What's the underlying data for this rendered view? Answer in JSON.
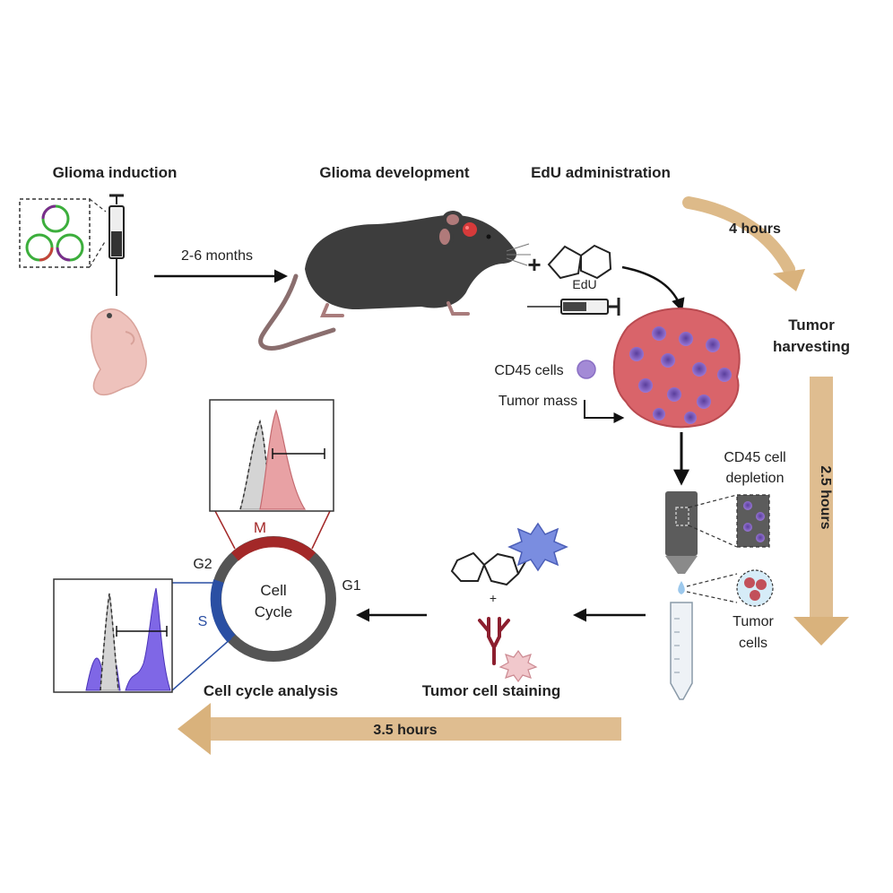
{
  "steps": {
    "glioma_induction": "Glioma induction",
    "glioma_development": "Glioma development",
    "edu_administration": "EdU administration",
    "tumor_harvesting_line1": "Tumor",
    "tumor_harvesting_line2": "harvesting",
    "cell_cycle_analysis": "Cell cycle analysis",
    "tumor_cell_staining": "Tumor cell staining"
  },
  "timings": {
    "induction_to_development": "2-6 months",
    "edu_to_harvest": "4 hours",
    "harvest_to_depletion": "2.5 hours",
    "staining_to_analysis": "3.5 hours"
  },
  "labels": {
    "plus": "+",
    "edu": "EdU",
    "cd45_cells": "CD45 cells",
    "tumor_mass": "Tumor mass",
    "cd45_depletion_line1": "CD45 cell",
    "cd45_depletion_line2": "depletion",
    "tumor_cells_line1": "Tumor",
    "tumor_cells_line2": "cells",
    "small_plus": "+"
  },
  "cell_cycle": {
    "title_line1": "Cell",
    "title_line2": "Cycle",
    "phase_m": "M",
    "phase_g1": "G1",
    "phase_g2": "G2",
    "phase_s": "S"
  },
  "colors": {
    "timeline_arrow": "#d9b27c",
    "mouse_body": "#3d3d3d",
    "tumor": "#d9646a",
    "cell_purple": "#8a62c4",
    "m_phase": "#a32828",
    "s_phase": "#2a4fa3",
    "ring": "#555555",
    "histogram_red": "#e8a1a4",
    "histogram_blue": "#7f67e6"
  }
}
